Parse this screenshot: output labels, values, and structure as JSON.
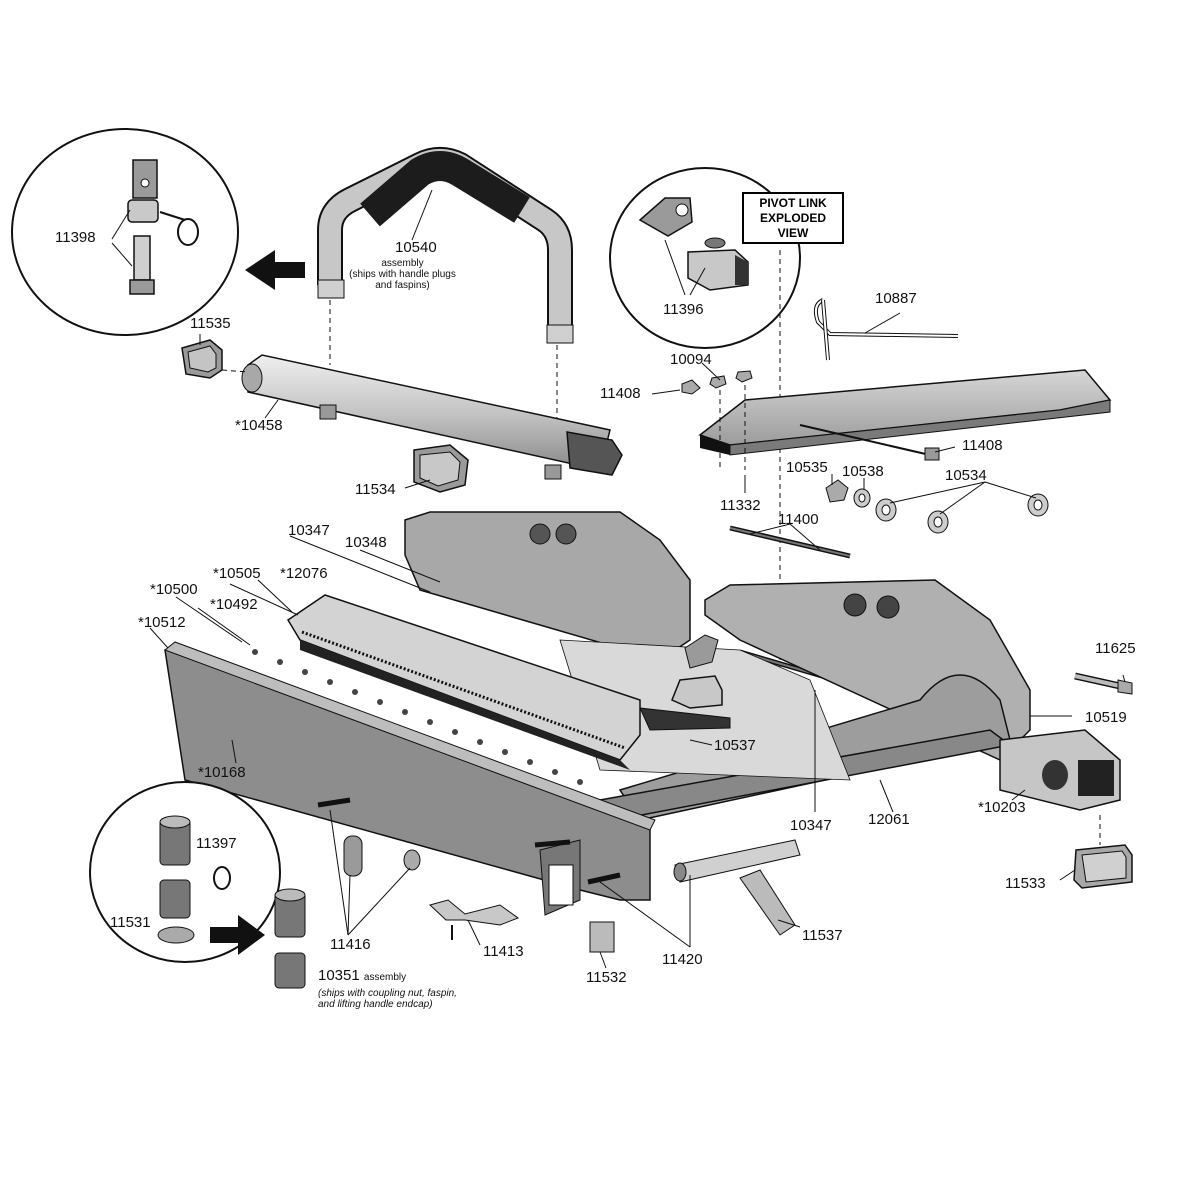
{
  "pivot_link_box": [
    "PIVOT LINK",
    "EXPLODED",
    "VIEW"
  ],
  "labels": {
    "p11398": "11398",
    "p10540": "10540",
    "p10540_note": [
      "assembly",
      "(ships with handle plugs",
      "and faspins)"
    ],
    "p11535": "11535",
    "p10458": "*10458",
    "p11534": "11534",
    "p11396": "11396",
    "p10887": "10887",
    "p10094": "10094",
    "p11408a": "11408",
    "p11408b": "11408",
    "p11332": "11332",
    "p10535": "10535",
    "p10538": "10538",
    "p10534": "10534",
    "p11400": "11400",
    "p10347a": "10347",
    "p10348": "10348",
    "p10505": "*10505",
    "p12076": "*12076",
    "p10500": "*10500",
    "p10492": "*10492",
    "p10512": "*10512",
    "p11625": "11625",
    "p10519": "10519",
    "p10537": "10537",
    "p10168": "*10168",
    "p10347b": "10347",
    "p12061": "12061",
    "p10203": "*10203",
    "p11397": "11397",
    "p11531": "11531",
    "p11416": "11416",
    "p11413": "11413",
    "p11532": "11532",
    "p11420": "11420",
    "p11537": "11537",
    "p11533": "11533",
    "p10351": "10351",
    "p10351_suffix": "assembly",
    "p10351_note": [
      "(ships with coupling nut, faspin,",
      "and lifting handle endcap)"
    ]
  },
  "colors": {
    "line": "#111111",
    "part_fill": "#bdbdbd",
    "part_light": "#d9d9d9",
    "part_dark": "#6e6e6e",
    "grip": "#1c1c1c"
  },
  "icons": [
    "arrow-left-icon",
    "arrow-right-icon"
  ]
}
